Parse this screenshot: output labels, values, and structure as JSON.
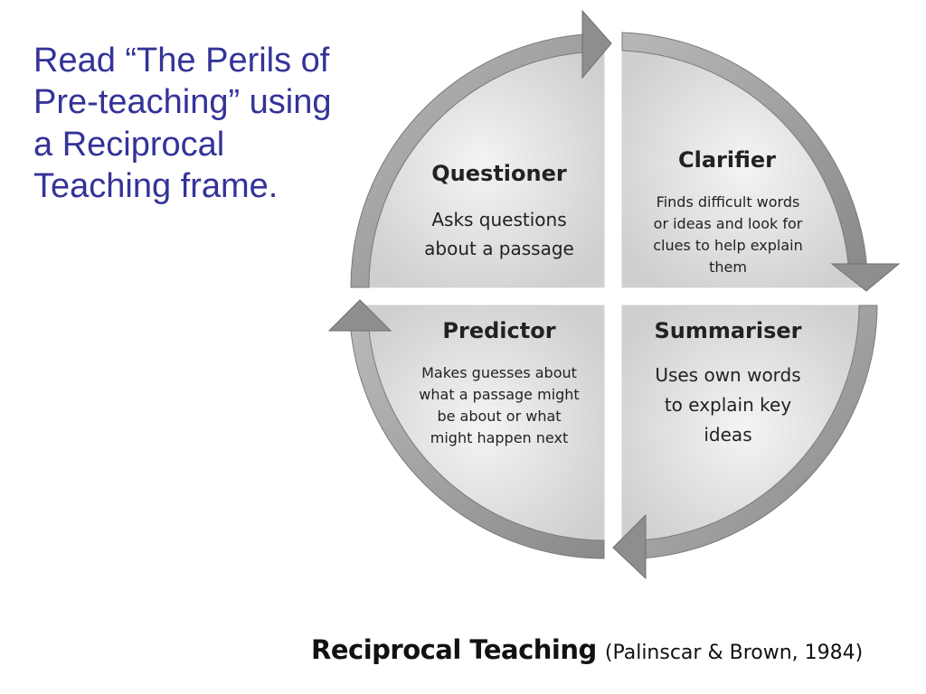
{
  "slide": {
    "title_lines": [
      "Read “The Perils of",
      "Pre-teaching” using",
      "a Reciprocal",
      "Teaching frame."
    ]
  },
  "diagram": {
    "quadrants": [
      {
        "title": "Questioner",
        "body_lines": [
          "Asks questions",
          "about a passage"
        ]
      },
      {
        "title": "Clarifier",
        "body_lines": [
          "Finds difficult words",
          "or ideas and look for",
          "clues to help explain",
          "them"
        ]
      },
      {
        "title": "Summariser",
        "body_lines": [
          "Uses own words",
          "to explain key",
          "ideas"
        ]
      },
      {
        "title": "Predictor",
        "body_lines": [
          "Makes guesses about",
          "what a passage might",
          "be about or what",
          "might happen next"
        ]
      }
    ],
    "colors": {
      "arrow": "#9c9c9c",
      "quadrant_fill": "#e4e4e4",
      "title_text": "#333399"
    }
  },
  "caption": {
    "main": "Reciprocal Teaching",
    "sub": "(Palinscar & Brown, 1984)"
  }
}
